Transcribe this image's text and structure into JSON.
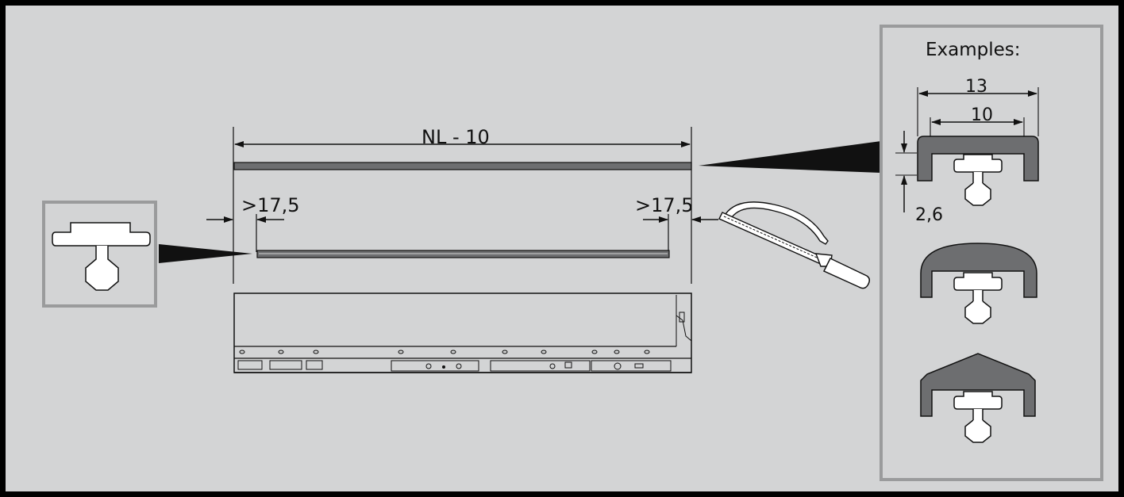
{
  "dimensions": {
    "overall_length": "NL - 10",
    "left_offset": ">17,5",
    "right_offset": ">17,5"
  },
  "examples_panel": {
    "title": "Examples:",
    "outer_width": "13",
    "inner_width": "10",
    "thickness": "2,6",
    "cap_profiles": [
      "flat",
      "rounded",
      "peaked"
    ]
  },
  "colors": {
    "background": "#d3d4d5",
    "frame": "#000000",
    "panel_border": "#9a9b9c",
    "cap_fill": "#6d6e70",
    "line": "#1a1a1a"
  },
  "icons": [
    "hacksaw-icon",
    "rail-profile-icon",
    "drawer-side-icon"
  ]
}
